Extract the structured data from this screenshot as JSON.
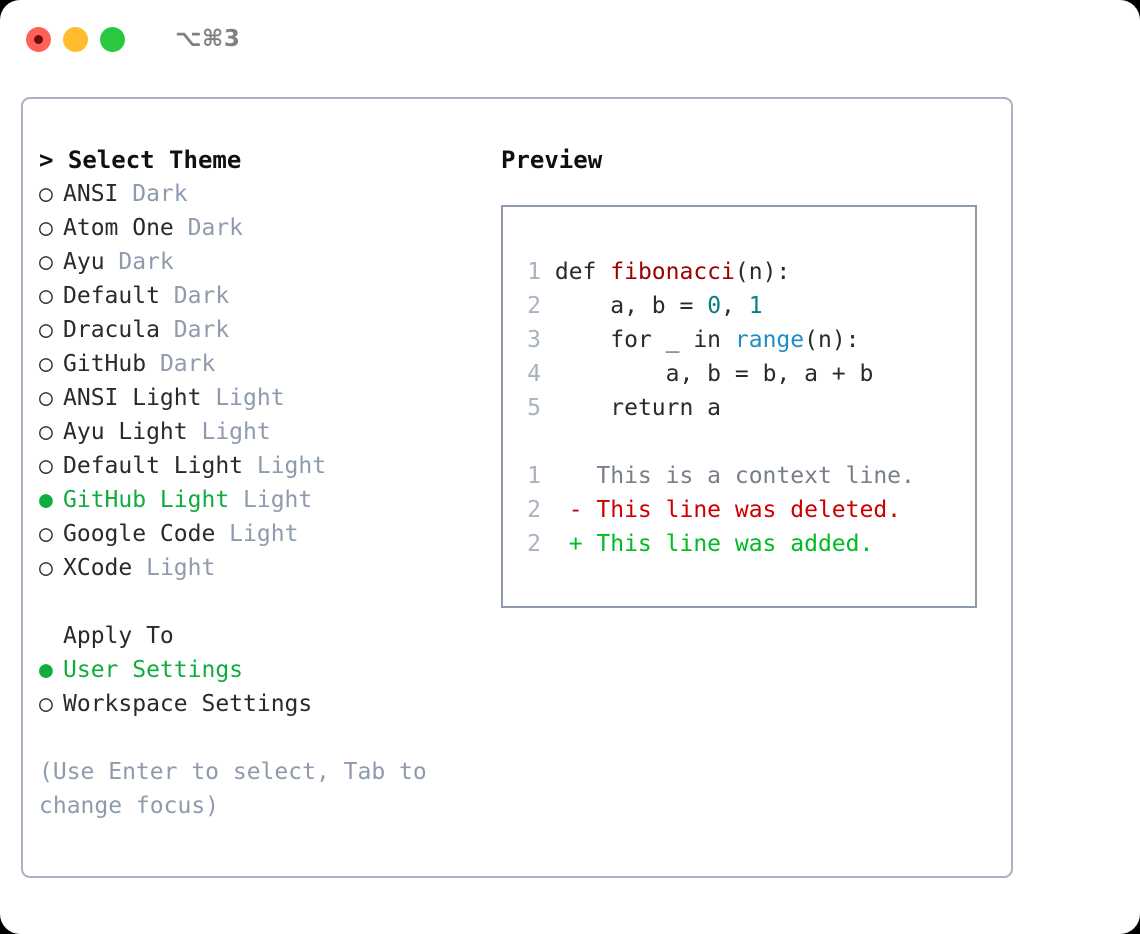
{
  "titlebar": {
    "shortcut": "⌥⌘3",
    "lights": [
      {
        "name": "close",
        "color": "#ff6058"
      },
      {
        "name": "minimize",
        "color": "#ffbd2e"
      },
      {
        "name": "maximize",
        "color": "#28c940"
      }
    ]
  },
  "theme_picker": {
    "heading": "> Select Theme",
    "bullet_unselected": "○",
    "bullet_selected": "●",
    "items": [
      {
        "name": "ANSI",
        "kind": "Dark",
        "selected": false
      },
      {
        "name": "Atom One",
        "kind": "Dark",
        "selected": false
      },
      {
        "name": "Ayu",
        "kind": "Dark",
        "selected": false
      },
      {
        "name": "Default",
        "kind": "Dark",
        "selected": false
      },
      {
        "name": "Dracula",
        "kind": "Dark",
        "selected": false
      },
      {
        "name": "GitHub",
        "kind": "Dark",
        "selected": false
      },
      {
        "name": "ANSI Light",
        "kind": "Light",
        "selected": false
      },
      {
        "name": "Ayu Light",
        "kind": "Light",
        "selected": false
      },
      {
        "name": "Default Light",
        "kind": "Light",
        "selected": false
      },
      {
        "name": "GitHub Light",
        "kind": "Light",
        "selected": true
      },
      {
        "name": "Google Code",
        "kind": "Light",
        "selected": false
      },
      {
        "name": "XCode",
        "kind": "Light",
        "selected": false
      }
    ]
  },
  "apply_to": {
    "heading": "Apply To",
    "items": [
      {
        "label": "User Settings",
        "selected": true
      },
      {
        "label": "Workspace Settings",
        "selected": false
      }
    ]
  },
  "hint": "(Use Enter to select, Tab to change focus)",
  "preview": {
    "heading": "Preview",
    "code_lines": [
      {
        "no": "1",
        "parts": [
          {
            "t": "def ",
            "c": "plain"
          },
          {
            "t": "fibonacci",
            "c": "func"
          },
          {
            "t": "(n):",
            "c": "plain"
          }
        ]
      },
      {
        "no": "2",
        "parts": [
          {
            "t": "    a, b = ",
            "c": "plain"
          },
          {
            "t": "0",
            "c": "num"
          },
          {
            "t": ", ",
            "c": "plain"
          },
          {
            "t": "1",
            "c": "num"
          }
        ]
      },
      {
        "no": "3",
        "parts": [
          {
            "t": "    for _ in ",
            "c": "plain"
          },
          {
            "t": "range",
            "c": "builtin"
          },
          {
            "t": "(n):",
            "c": "plain"
          }
        ]
      },
      {
        "no": "4",
        "parts": [
          {
            "t": "        a, b = b, a + b",
            "c": "plain"
          }
        ]
      },
      {
        "no": "5",
        "parts": [
          {
            "t": "    return a",
            "c": "plain"
          }
        ]
      }
    ],
    "diff_lines": [
      {
        "no": "1",
        "marker": " ",
        "text": " This is a context line.",
        "kind": "ctx"
      },
      {
        "no": "2",
        "marker": "-",
        "text": " This line was deleted.",
        "kind": "del"
      },
      {
        "no": "2",
        "marker": "+",
        "text": " This line was added.",
        "kind": "add"
      }
    ]
  },
  "colors": {
    "selected_green": "#10ad3e",
    "muted": "#8e9bae",
    "border": "#a8b2c0",
    "diff_delete": "#cc0000",
    "diff_add": "#00bb22",
    "syntax_function": "#9c0000",
    "syntax_number": "#0a7f82",
    "syntax_builtin": "#1c8ec4"
  }
}
